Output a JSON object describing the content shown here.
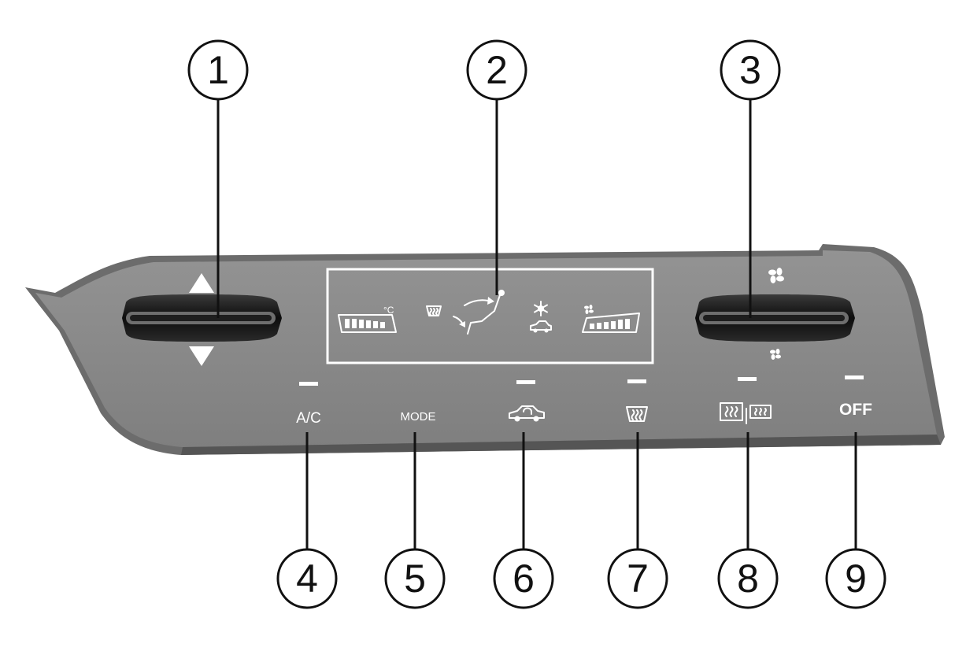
{
  "diagram": {
    "callouts": [
      "1",
      "2",
      "3",
      "4",
      "5",
      "6",
      "7",
      "8",
      "9"
    ],
    "display": {
      "temp_unit": "°C",
      "icons": [
        "temperature-bar-icon",
        "windshield-defrost-icon",
        "airflow-mode-icon",
        "ac-snowflake-icon",
        "recirculation-icon",
        "fan-speed-bar-icon"
      ]
    },
    "buttons": {
      "ac": "A/C",
      "mode": "MODE",
      "recirc_icon": "recirculation-icon",
      "defrost_icon": "front-defrost-icon",
      "rear_defrost_icon": "rear-defrost-icon",
      "off": "OFF"
    },
    "controls": {
      "temperature_wheel": "temperature-wheel",
      "fan_wheel": "fan-speed-wheel",
      "up_arrow_icon": "up-arrow-icon",
      "down_arrow_icon": "down-arrow-icon",
      "fan_high_icon": "fan-icon",
      "fan_low_icon": "fan-small-icon"
    },
    "colors": {
      "panel": "#8a8a8a",
      "panel_edge": "#5a5a5a",
      "wheel": "#1b1b1b",
      "label": "#ffffff"
    }
  }
}
